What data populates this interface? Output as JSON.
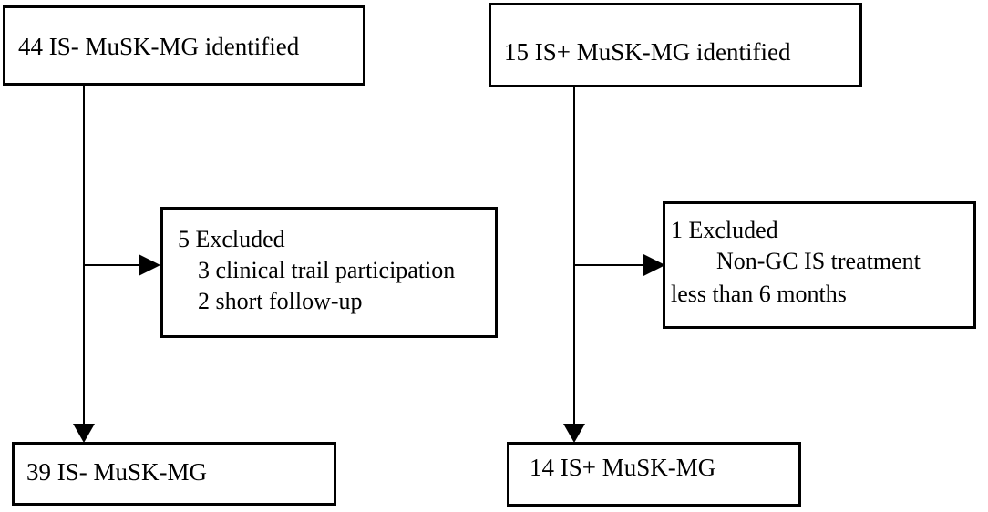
{
  "left": {
    "top_box": "44 IS- MuSK-MG identified",
    "exclusion": {
      "title": "5 Excluded",
      "lines": [
        "3 clinical trail participation",
        "2 short follow-up"
      ]
    },
    "bottom_box": "39 IS- MuSK-MG"
  },
  "right": {
    "top_box": "15 IS+ MuSK-MG identified",
    "exclusion": {
      "title": "1 Excluded",
      "lines": [
        "Non-GC IS treatment",
        "less than 6 months"
      ]
    },
    "bottom_box": "14 IS+ MuSK-MG"
  }
}
